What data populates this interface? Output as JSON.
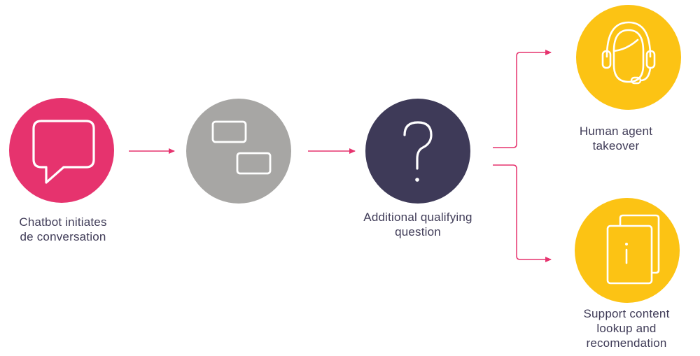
{
  "colors": {
    "pink": "#e6336e",
    "gray": "#a7a6a4",
    "navy": "#3e3a58",
    "yellow": "#fcc314",
    "label_text": "#3f3b57",
    "connector": "#e6336e"
  },
  "nodes": {
    "chatbot": {
      "icon": "speech-bubble-icon",
      "label_line1": "Chatbot initiates",
      "label_line2": "de conversation"
    },
    "exchange": {
      "icon": "message-exchange-icon"
    },
    "qualifying": {
      "icon": "question-mark-icon",
      "label_line1": "Additional qualifying",
      "label_line2": "question"
    },
    "human": {
      "icon": "headset-agent-icon",
      "label_line1": "Human agent",
      "label_line2": "takeover"
    },
    "support": {
      "icon": "info-documents-icon",
      "label_line1": "Support content",
      "label_line2": "lookup and",
      "label_line3": "recomendation"
    }
  }
}
